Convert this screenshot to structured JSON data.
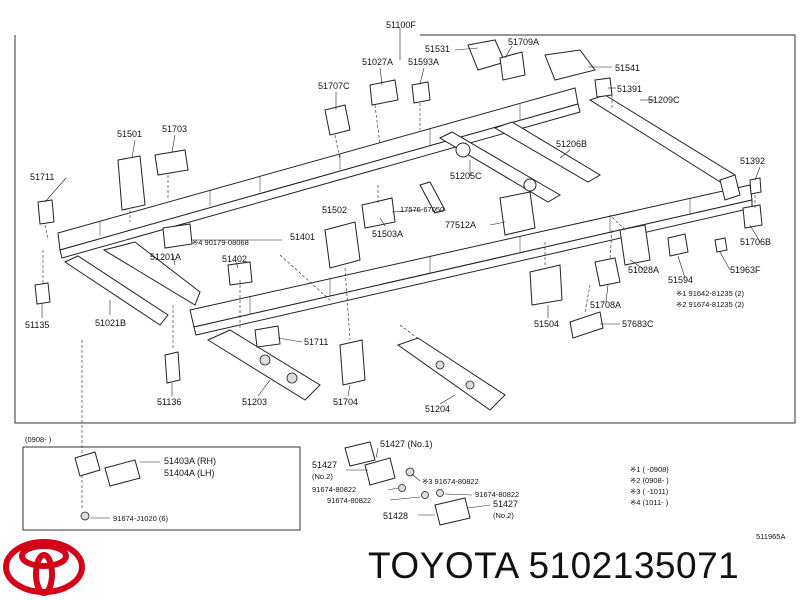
{
  "diagram": {
    "main_label": "51100F",
    "labels": {
      "l51531": "51531",
      "l51709A": "51709A",
      "l51027A": "51027A",
      "l51593A": "51593A",
      "l51541": "51541",
      "l51391": "51391",
      "l51707C": "51707C",
      "l51209C": "51209C",
      "l51501": "51501",
      "l51703": "51703",
      "l51206B": "51206B",
      "l51392": "51392",
      "l51711a": "51711",
      "l51205C": "51205C",
      "l51502": "51502",
      "l17576": "17576-67050",
      "l77512A": "77512A",
      "l51503A": "51503A",
      "l51706B": "51706B",
      "l490179": "※4 90179-08068",
      "l51401": "51401",
      "l51201A": "51201A",
      "l51402": "51402",
      "l51028A": "51028A",
      "l51594": "51594",
      "l51963F": "51963F",
      "l51135": "51135",
      "l51021B": "51021B",
      "l51708A": "51708A",
      "l91642": "※1 91642-81235 (2)",
      "l91674a": "※2 91674-81235 (2)",
      "l51504": "51504",
      "l57683C": "57683C",
      "l51711b": "51711",
      "l51136": "51136",
      "l51203": "51203",
      "l51704": "51704",
      "l51204": "51204"
    },
    "inset1": {
      "date": "(0908-    )",
      "l51403A": "51403A (RH)",
      "l51404A": "51404A (LH)",
      "l91674J": "91674-J1020 (6)"
    },
    "inset2": {
      "l51427a": "51427 (No.1)",
      "l51427b": "51427",
      "l51427b_no": "(No.2)",
      "l3_91674": "※3 91674-80822",
      "l91674b": "91674-80822",
      "l91674c": "91674-80822",
      "l91674d": "91674-80822",
      "l51427c": "51427",
      "l51427c_no": "(No.2)",
      "l51428": "51428"
    },
    "notes": [
      "※1 (      -0908)",
      "※2 (0908-      )",
      "※3 (      -1011)",
      "※4 (1011-      )"
    ],
    "ref_code": "511965A"
  },
  "brand": {
    "name": "TOYOTA",
    "part_number": "5102135071",
    "logo_color": "#d4001a"
  }
}
